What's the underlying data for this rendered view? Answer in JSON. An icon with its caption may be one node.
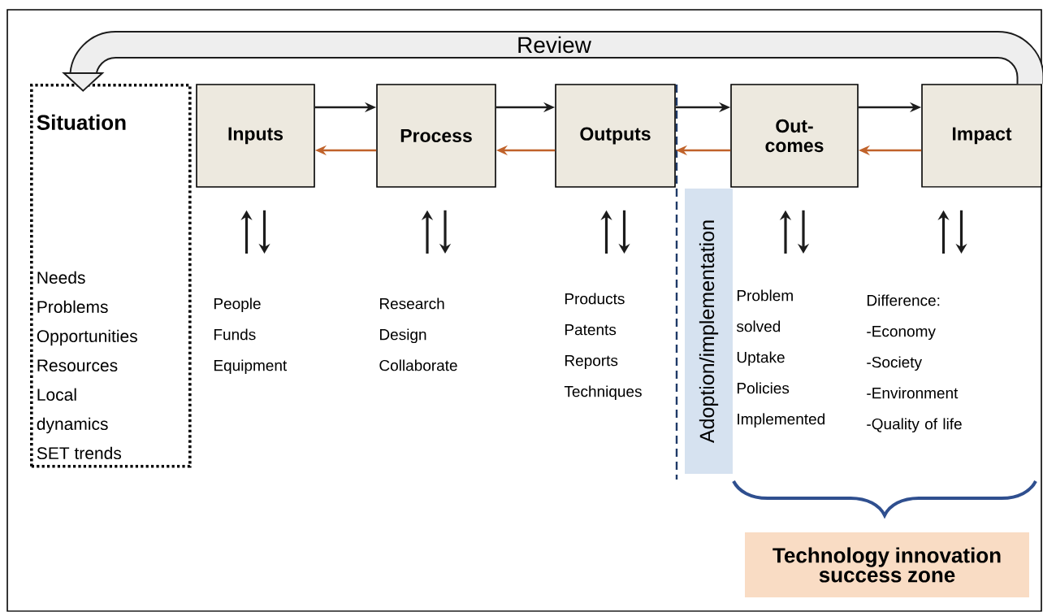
{
  "diagram": {
    "nodes": [
      {
        "text": [
          "Situation",
          "Needs",
          "Problems",
          "Opportunities",
          "Resources",
          "Local dynamics",
          "SET trends"
        ]
      },
      {
        "text": [
          "Inputs"
        ]
      },
      {
        "text": [
          "Process"
        ]
      },
      {
        "text": [
          "Outputs"
        ]
      },
      {
        "text": [
          "Out- comes"
        ]
      },
      {
        "text": [
          "Impact"
        ]
      },
      {
        "text": [
          "People",
          "Funds",
          "Equipment"
        ]
      },
      {
        "text": [
          "Research",
          "Design",
          "Collaborate"
        ]
      },
      {
        "text": [
          "Products",
          "Patents",
          "Reports",
          "Techniques"
        ]
      },
      {
        "text": [
          "Problem solved",
          "Uptake",
          "Policies Implemented"
        ]
      },
      {
        "text": [
          "Difference:",
          "-Economy",
          "-Society",
          "-Environment",
          "-Quality of life"
        ]
      },
      {
        "text": [
          "Adoption/implementation"
        ]
      },
      {
        "text": [
          "Technology innovation success zone"
        ]
      }
    ],
    "edges": [
      {
        "from": 1,
        "to": 2,
        "arrow": "to"
      },
      {
        "from": 2,
        "to": 3,
        "arrow": "to"
      },
      {
        "from": 3,
        "to": 4,
        "arrow": "to"
      },
      {
        "from": 4,
        "to": 5,
        "arrow": "to"
      },
      {
        "from": 2,
        "to": 1,
        "arrow": "to",
        "color": "#c0622a"
      },
      {
        "from": 3,
        "to": 2,
        "arrow": "to",
        "color": "#c0622a"
      },
      {
        "from": 4,
        "to": 3,
        "arrow": "to",
        "color": "#c0622a"
      },
      {
        "from": 5,
        "to": 4,
        "arrow": "to",
        "color": "#c0622a"
      },
      {
        "from": 6,
        "to": 1,
        "arrow": "to"
      },
      {
        "from": 1,
        "to": 6,
        "arrow": "to"
      },
      {
        "from": 7,
        "to": 2,
        "arrow": "to"
      },
      {
        "from": 2,
        "to": 7,
        "arrow": "to"
      },
      {
        "from": 8,
        "to": 3,
        "arrow": "to"
      },
      {
        "from": 3,
        "to": 8,
        "arrow": "to"
      },
      {
        "from": 9,
        "to": 4,
        "arrow": "to"
      },
      {
        "from": 4,
        "to": 9,
        "arrow": "to"
      },
      {
        "from": 10,
        "to": 5,
        "arrow": "to"
      },
      {
        "from": 5,
        "to": 10,
        "arrow": "to"
      },
      {
        "from": 5,
        "to": 0,
        "arrow": "to",
        "label": "Review",
        "style": "thick"
      }
    ]
  }
}
